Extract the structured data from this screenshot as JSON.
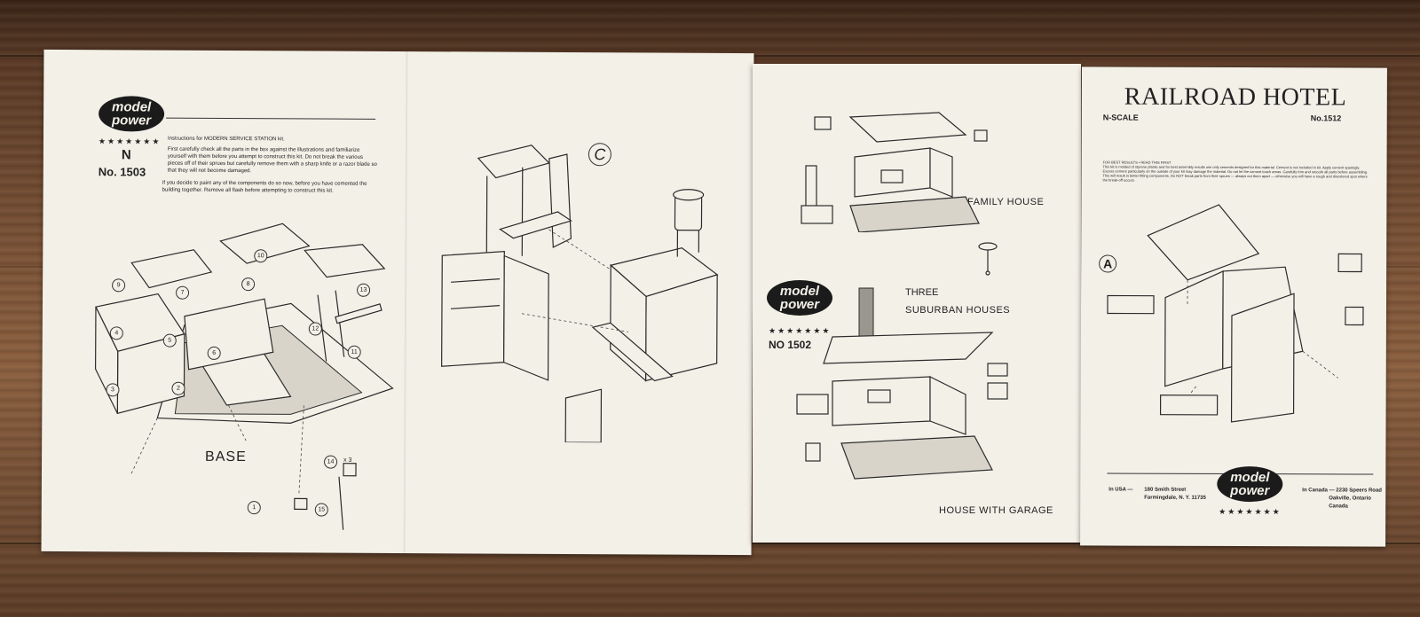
{
  "sheet1": {
    "brand_line1": "model",
    "brand_line2": "power",
    "stars": "★★★★★★★",
    "scale": "N",
    "model_no": "No. 1503",
    "instructions_title": "Instructions for MODERN SERVICE STATION kit.",
    "instructions_p1": "First carefully check all the parts in the box against the illustrations and familiarize yourself with them before you attempt to construct this kit. Do not break the various pieces off of their sprues but carefully remove them with a sharp knife or a razor blade so that they will not become damaged.",
    "instructions_p2": "If you decide to paint any of the components do so now, before you have cemented the building together. Remove all flash before attempting to construct this kit.",
    "base_label": "BASE",
    "part_numbers": [
      "1",
      "2",
      "3",
      "4",
      "5",
      "6",
      "7",
      "8",
      "9",
      "10",
      "11",
      "12",
      "13",
      "14",
      "15"
    ],
    "qty_note": "x 3"
  },
  "sheet2": {
    "step_label": "C"
  },
  "sheet3": {
    "brand_line1": "model",
    "brand_line2": "power",
    "stars": "★★★★★★★",
    "model_no": "NO 1502",
    "family_house": "FAMILY HOUSE",
    "title_line1": "THREE",
    "title_line2": "SUBURBAN HOUSES",
    "house_garage": "HOUSE WITH GARAGE"
  },
  "sheet4": {
    "title": "RAILROAD HOTEL",
    "scale": "N-SCALE",
    "model_no": "No.1512",
    "notes_heading": "FOR BEST RESULTS • READ THIS FIRST",
    "notes_body": "This kit is molded of styrene plastic and for best assembly results use only cements designed for this material. Cement is not included in kit. Apply cement sparingly. Excess cement particularly on the outside of your kit may damage the material. Do not let the cement touch areas. Carefully trim and smooth all parts before assembling. This will result in better fitting components. Do NOT break parts from their sprues — always cut them apart — otherwise you will have a rough and discolored spot where the break-off occurs.",
    "step_label": "A",
    "usa_label": "In USA —",
    "usa_addr1": "180 Smith Street",
    "usa_addr2": "Farmingdale, N. Y. 11735",
    "canada_label": "In Canada — 2230 Speers Road",
    "canada_addr1": "Oakville, Ontario",
    "canada_addr2": "Canada",
    "brand_line1": "model",
    "brand_line2": "power",
    "stars": "★★★★★★★"
  },
  "colors": {
    "paper": "#f3f0e8",
    "ink": "#222222",
    "wood": "#7a5236"
  }
}
